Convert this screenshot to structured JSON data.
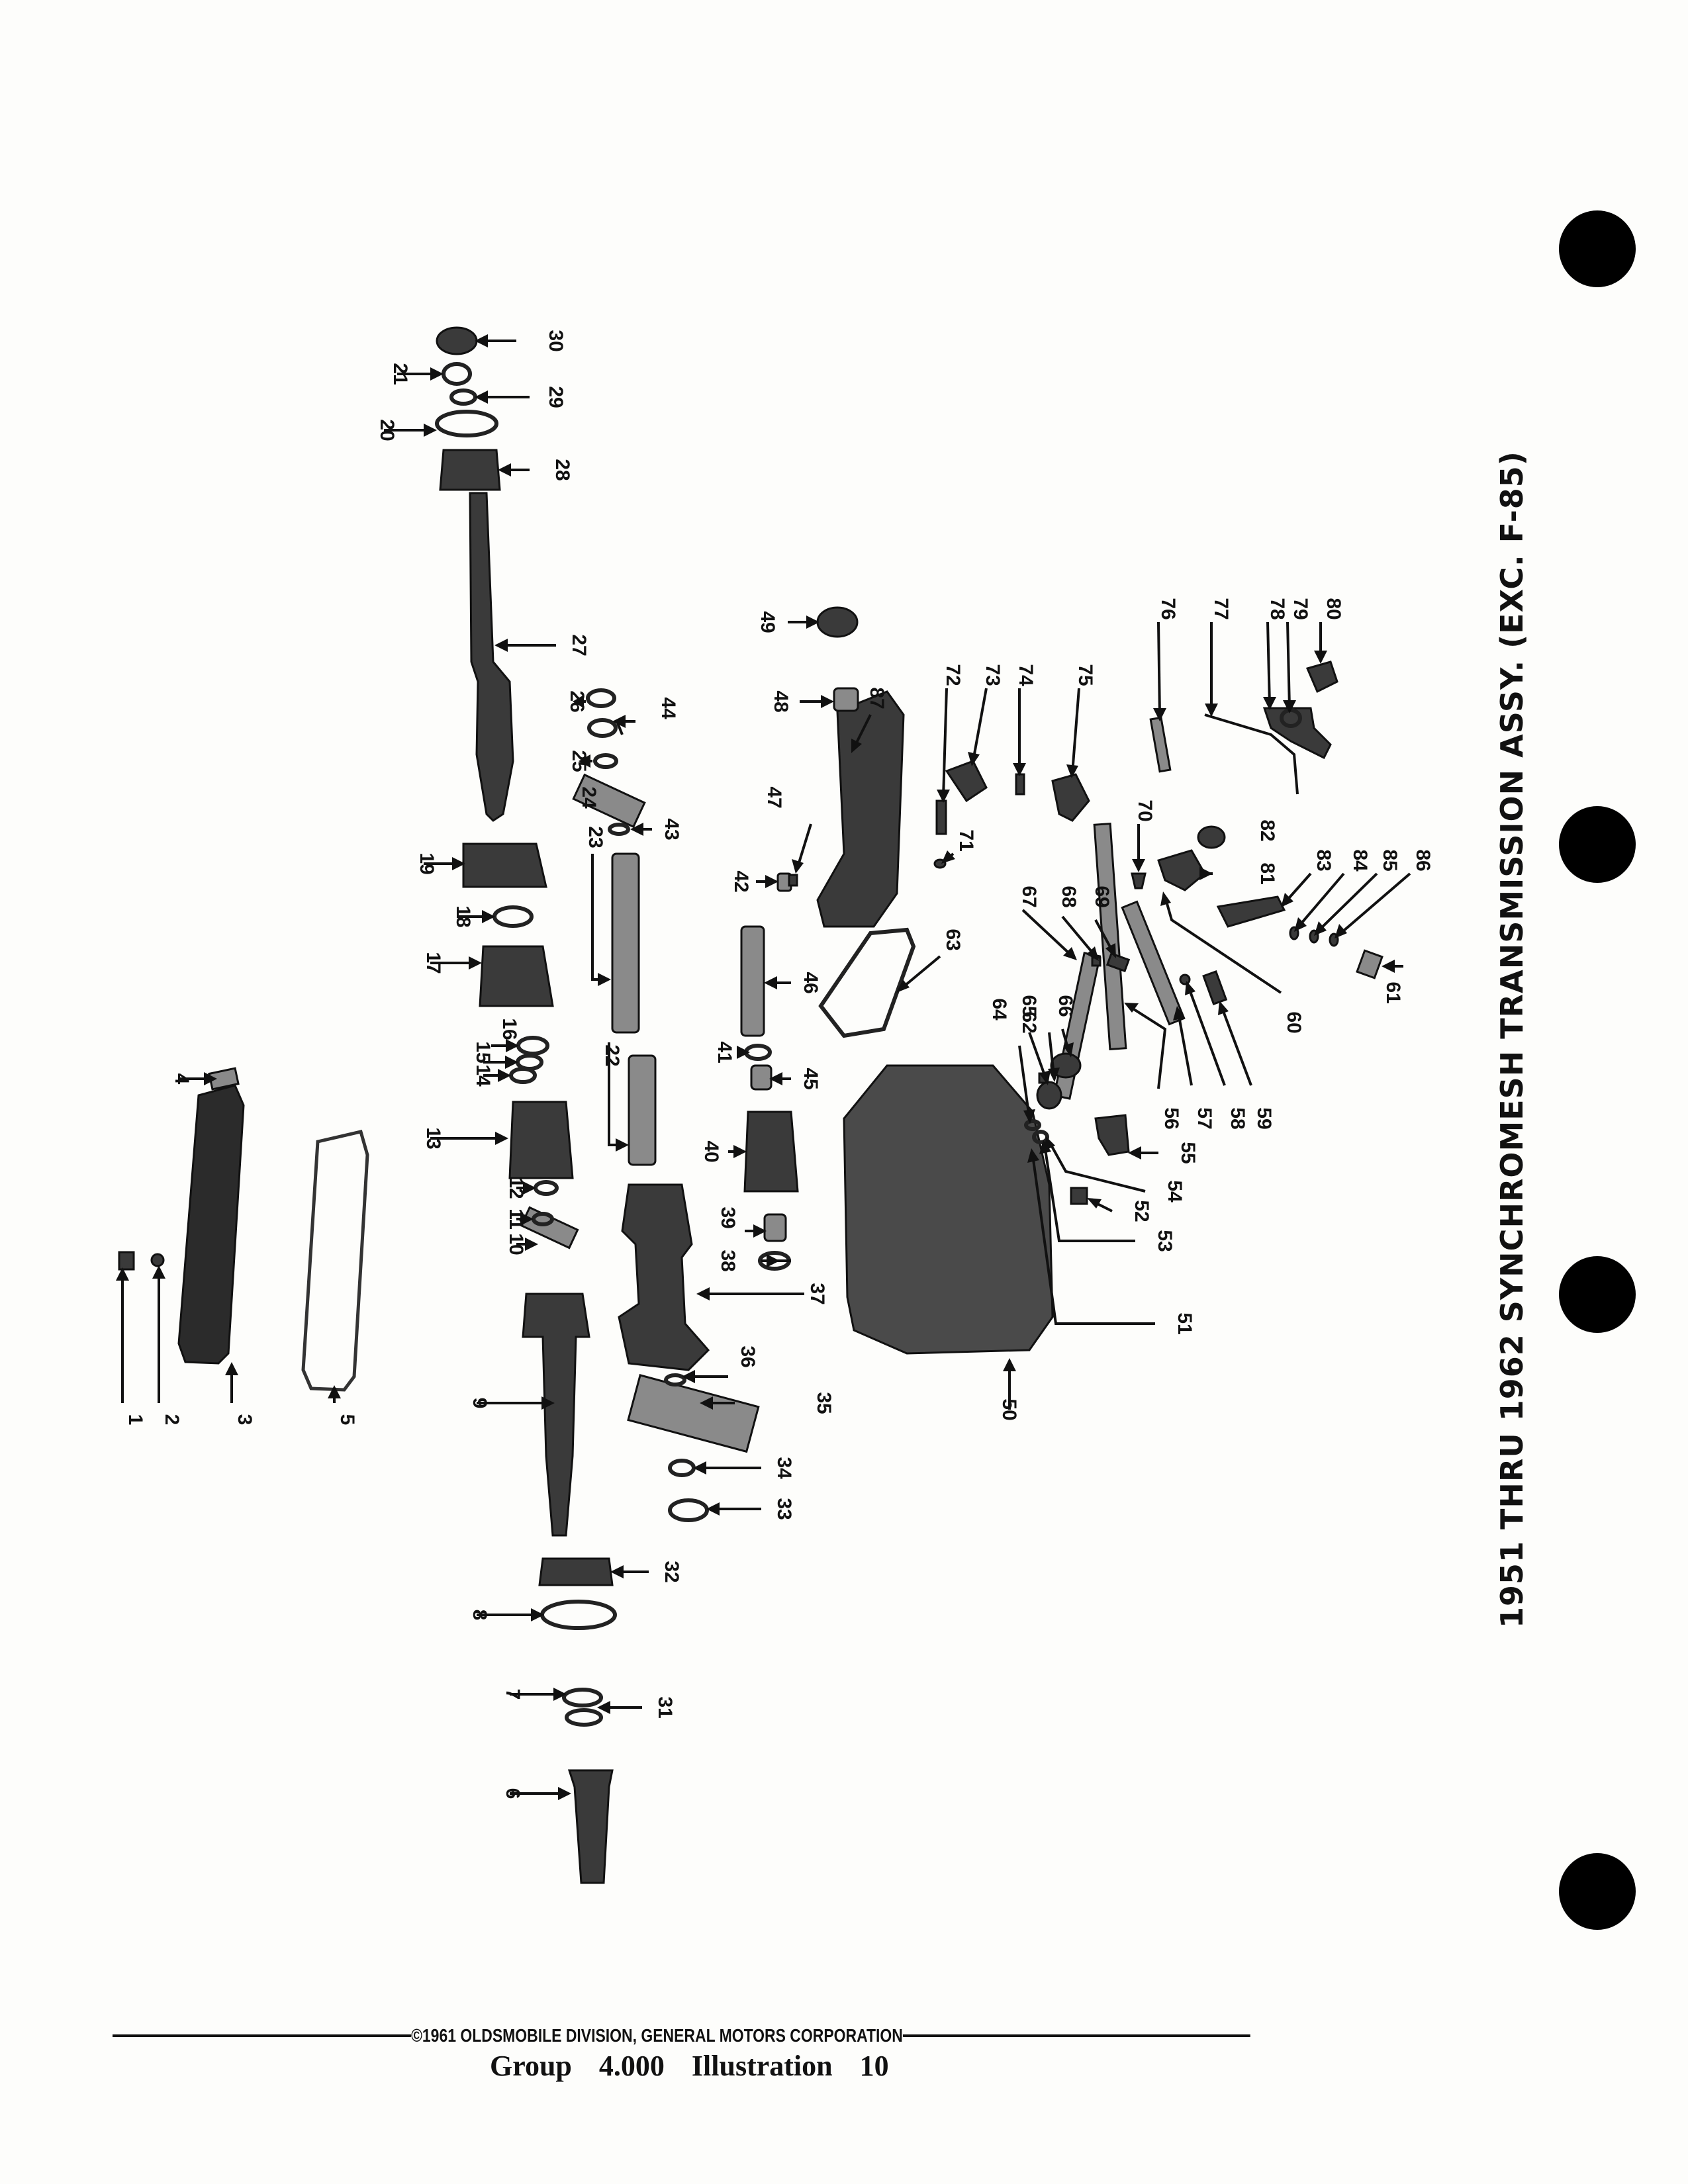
{
  "title": "1951 THRU 1962 SYNCHROMESH TRANSMISSION ASSY. (EXC. F-85)",
  "footer": {
    "copyright": "©1961 OLDSMOBILE DIVISION, GENERAL MOTORS CORPORATION",
    "group_label": "Group",
    "group_number": "4.000",
    "illustration_label": "Illustration",
    "illustration_number": "10"
  },
  "callouts": [
    "1",
    "2",
    "3",
    "4",
    "5",
    "6",
    "7",
    "8",
    "9",
    "10",
    "11",
    "12",
    "13",
    "14",
    "15",
    "16",
    "17",
    "18",
    "19",
    "20",
    "21",
    "22",
    "23",
    "24",
    "25",
    "26",
    "27",
    "28",
    "29",
    "30",
    "31",
    "32",
    "33",
    "34",
    "35",
    "36",
    "37",
    "38",
    "39",
    "40",
    "41",
    "42",
    "43",
    "44",
    "45",
    "46",
    "47",
    "48",
    "49",
    "50",
    "51",
    "52",
    "53",
    "54",
    "55",
    "56",
    "57",
    "58",
    "59",
    "60",
    "61",
    "62",
    "63",
    "64",
    "65",
    "66",
    "67",
    "68",
    "69",
    "70",
    "71",
    "72",
    "73",
    "74",
    "75",
    "76",
    "77",
    "78",
    "79",
    "80",
    "81",
    "82",
    "83",
    "84",
    "85",
    "86",
    "87"
  ]
}
